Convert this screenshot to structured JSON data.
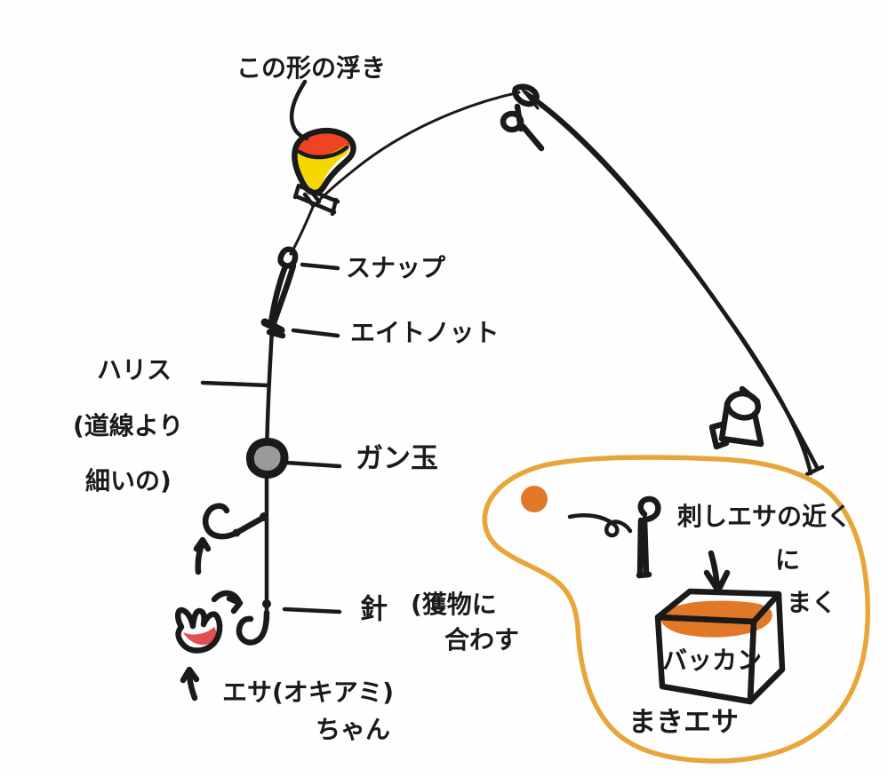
{
  "document": {
    "kind": "hand-drawn-fishing-rig-diagram",
    "language": "ja",
    "background_color": "#FEFEFE",
    "ink_color": "#1A1A1A",
    "accent_color": "#E8A53A"
  },
  "palette": {
    "float_top": "#EE4422",
    "float_body": "#F5D800",
    "split_shot": "#9A9A9A",
    "krill_body": "#E05050",
    "chum_orange": "#E07828",
    "inset_outline": "#E8A53A"
  },
  "labels": {
    "float_title": "この形の浮き",
    "snap": "スナップ",
    "eight_knot": "エイトノット",
    "harisu_line1": "ハリス",
    "harisu_line2": "(道線より",
    "harisu_line3": "細いの)",
    "split_shot": "ガン玉",
    "hook": "針",
    "hook_note_line1": "(獲物に",
    "hook_note_line2": "合わす",
    "bait_line1": "エサ(オキアミ)",
    "bait_line2": "ちゃん"
  },
  "inset": {
    "instruction_line1": "刺しエサの近く",
    "instruction_line2": "に",
    "instruction_line3": "まく",
    "bucket_label": "バッカン",
    "chum_label": "まきエサ"
  },
  "parts": [
    {
      "name": "rod",
      "label": ""
    },
    {
      "name": "rod-guide",
      "label": ""
    },
    {
      "name": "reel",
      "label": ""
    },
    {
      "name": "float",
      "label": "この形の浮き"
    },
    {
      "name": "snap-swivel",
      "label": "スナップ"
    },
    {
      "name": "eight-knot",
      "label": "エイトノット"
    },
    {
      "name": "harisu-leader",
      "label": "ハリス"
    },
    {
      "name": "split-shot",
      "label": "ガン玉"
    },
    {
      "name": "hook",
      "label": "針"
    },
    {
      "name": "krill-bait",
      "label": "エサ(オキアミ)ちゃん"
    },
    {
      "name": "bakkan-bucket",
      "label": "バッカン"
    },
    {
      "name": "chum",
      "label": "まきエサ"
    },
    {
      "name": "scoop-ladle",
      "label": ""
    }
  ]
}
